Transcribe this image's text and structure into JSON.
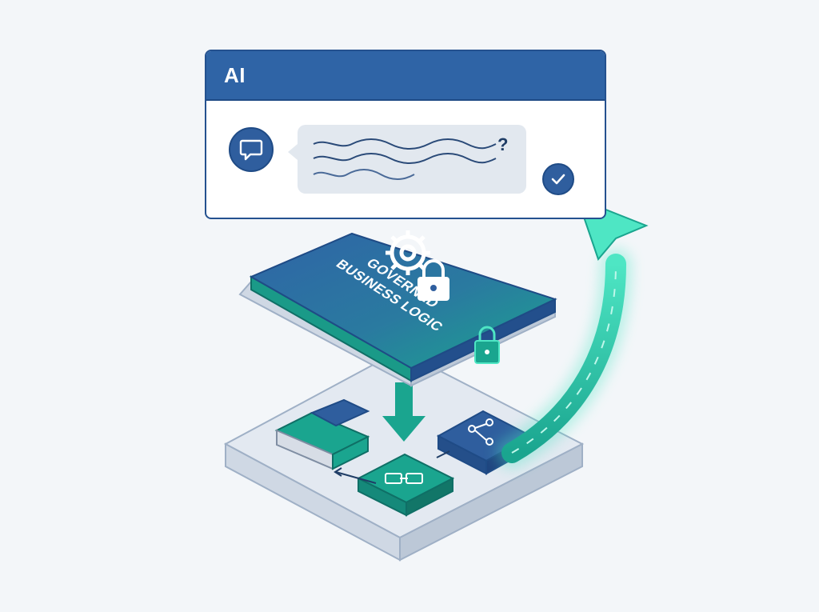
{
  "window": {
    "title": "AI"
  },
  "chat": {
    "question_mark": "?"
  },
  "logic_tile": {
    "label_line1": "GOVERNED",
    "label_line2": "BUSINESS LOGIC"
  },
  "colors": {
    "primary_blue": "#2f64a6",
    "dark_blue": "#1f4b86",
    "teal": "#1aa58f",
    "glow": "#4ee6c4",
    "background": "#f3f6f9"
  },
  "icons": {
    "chat": "chat-bubble-icon",
    "check": "check-icon",
    "gear": "gear-icon",
    "lock": "padlock-icon",
    "network": "network-nodes-icon",
    "link": "chain-link-icon"
  }
}
